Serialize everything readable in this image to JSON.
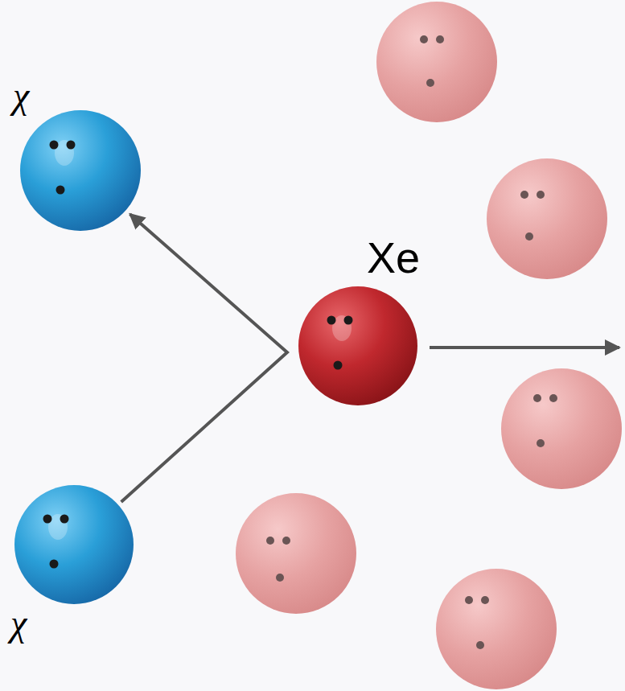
{
  "diagram": {
    "nodes": [
      {
        "text": [
          "χ"
        ]
      },
      {
        "text": [
          "Xe"
        ]
      },
      {
        "text": [
          "χ"
        ]
      }
    ],
    "edges": [
      {
        "from": 2,
        "to": 0,
        "arrow": "to"
      }
    ]
  }
}
